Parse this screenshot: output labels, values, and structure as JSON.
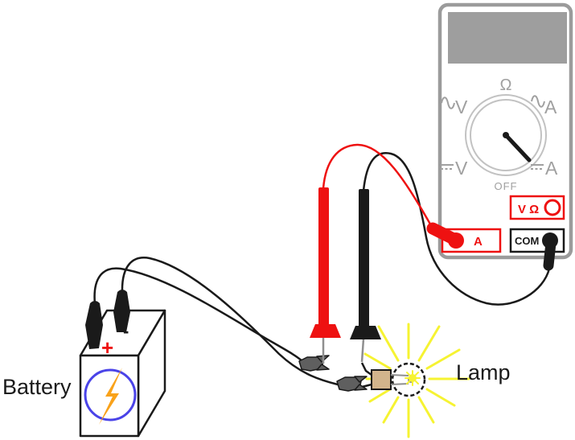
{
  "labels": {
    "battery": "Battery",
    "lamp": "Lamp"
  },
  "battery": {
    "positive": "+",
    "negative": "-"
  },
  "multimeter": {
    "dial": {
      "ohms": "Ω",
      "ac_volts": "V",
      "ac_amps": "A",
      "dc_volts": "V",
      "dc_amps": "A",
      "off": "OFF"
    },
    "jacks": {
      "volts_ohms": "V Ω",
      "amps": "A",
      "common": "COM"
    }
  },
  "colors": {
    "red": "#ee1111",
    "ink": "#1a1a1a",
    "body-gray": "#9b9b9b",
    "display-gray": "#9e9e9e",
    "dial-gray": "#c2c2c2",
    "label-gray": "#a0a0a0",
    "tip-gray": "#8f8f8f",
    "clip-gray": "#5f5f5f",
    "tan": "#d2b48c",
    "yellow": "#f6f332",
    "blue": "#4a43e8",
    "orange": "#f9a21a"
  }
}
